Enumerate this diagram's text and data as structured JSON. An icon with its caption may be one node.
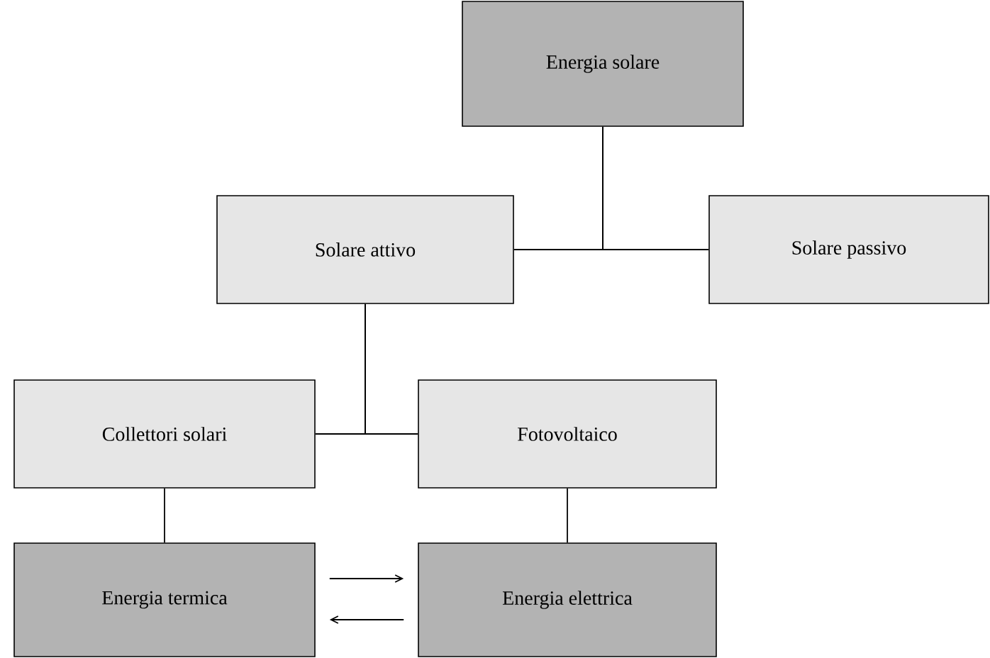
{
  "diagram": {
    "nodes": [
      {
        "text": [
          "Energia solare"
        ]
      },
      {
        "text": [
          "Solare attivo"
        ]
      },
      {
        "text": [
          "Solare passivo"
        ]
      },
      {
        "text": [
          "Collettori solari"
        ]
      },
      {
        "text": [
          "Fotovoltaico"
        ]
      },
      {
        "text": [
          "Energia termica"
        ]
      },
      {
        "text": [
          "Energia elettrica"
        ]
      }
    ],
    "edges": [
      {
        "from": 0,
        "to": 1,
        "arrow": "none"
      },
      {
        "from": 0,
        "to": 2,
        "arrow": "none"
      },
      {
        "from": 1,
        "to": 3,
        "arrow": "none"
      },
      {
        "from": 1,
        "to": 4,
        "arrow": "none"
      },
      {
        "from": 3,
        "to": 5,
        "arrow": "none"
      },
      {
        "from": 4,
        "to": 6,
        "arrow": "none"
      },
      {
        "from": 5,
        "to": 6,
        "arrow": "to"
      },
      {
        "from": 6,
        "to": 5,
        "arrow": "to"
      }
    ]
  }
}
